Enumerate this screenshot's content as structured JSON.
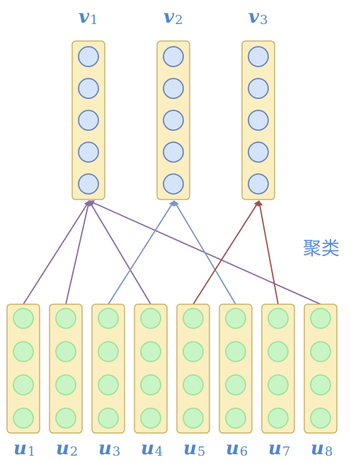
{
  "diagram": {
    "top_vectors": [
      {
        "base": "v",
        "sub": "1",
        "nodes": 5
      },
      {
        "base": "v",
        "sub": "2",
        "nodes": 5
      },
      {
        "base": "v",
        "sub": "3",
        "nodes": 5
      }
    ],
    "bottom_vectors": [
      {
        "base": "u",
        "sub": "1",
        "nodes": 4
      },
      {
        "base": "u",
        "sub": "2",
        "nodes": 4
      },
      {
        "base": "u",
        "sub": "3",
        "nodes": 4
      },
      {
        "base": "u",
        "sub": "4",
        "nodes": 4
      },
      {
        "base": "u",
        "sub": "5",
        "nodes": 4
      },
      {
        "base": "u",
        "sub": "6",
        "nodes": 4
      },
      {
        "base": "u",
        "sub": "7",
        "nodes": 4
      },
      {
        "base": "u",
        "sub": "8",
        "nodes": 4
      }
    ],
    "cluster_label": "聚类",
    "assignments": [
      {
        "from": "u1",
        "to": "v1"
      },
      {
        "from": "u2",
        "to": "v1"
      },
      {
        "from": "u4",
        "to": "v1"
      },
      {
        "from": "u8",
        "to": "v1"
      },
      {
        "from": "u3",
        "to": "v2"
      },
      {
        "from": "u6",
        "to": "v2"
      },
      {
        "from": "u5",
        "to": "v3"
      },
      {
        "from": "u7",
        "to": "v3"
      }
    ],
    "colors": {
      "column_fill": "#fbeec0",
      "column_stroke": "#c9b36a",
      "top_node_fill": "#d6e4fb",
      "top_node_stroke": "#6b85b8",
      "bottom_node_fill": "#c9f5c6",
      "bottom_node_stroke": "#9ee39a",
      "label": "#4f86cf",
      "arrow_v1": "#8a6ba6",
      "arrow_v2": "#7b97c6",
      "arrow_v3": "#a0524b"
    }
  }
}
